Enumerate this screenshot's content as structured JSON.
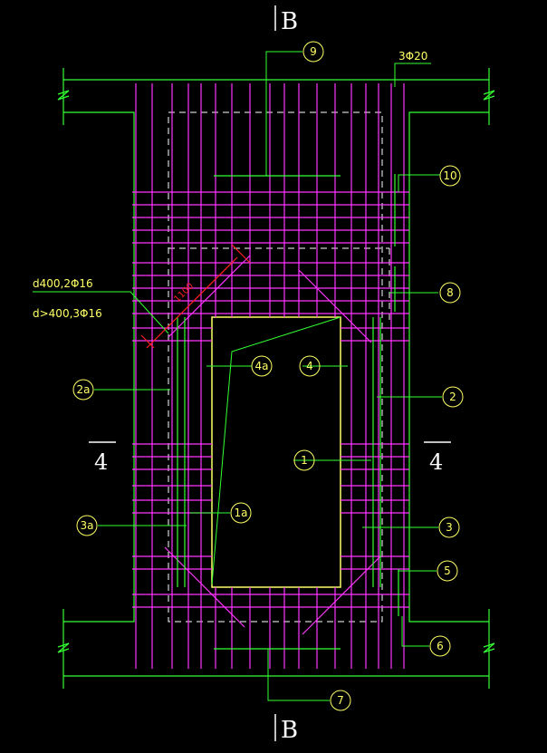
{
  "section_top": "B",
  "section_bottom": "B",
  "section_left": "4",
  "section_right": "4",
  "rebar_top": "3Φ20",
  "note_line1": "d400,2Φ16",
  "note_line2": "d>400,3Φ16",
  "dimension": "1100",
  "markers": [
    "9",
    "10",
    "8",
    "2a",
    "4a",
    "4",
    "2",
    "1",
    "1a",
    "3a",
    "3",
    "5",
    "6",
    "7"
  ],
  "colors": {
    "green": "#33ff33",
    "magenta": "#ff33ff",
    "yellow": "#ffff66",
    "white": "#ffffff",
    "red": "#ff2020"
  }
}
